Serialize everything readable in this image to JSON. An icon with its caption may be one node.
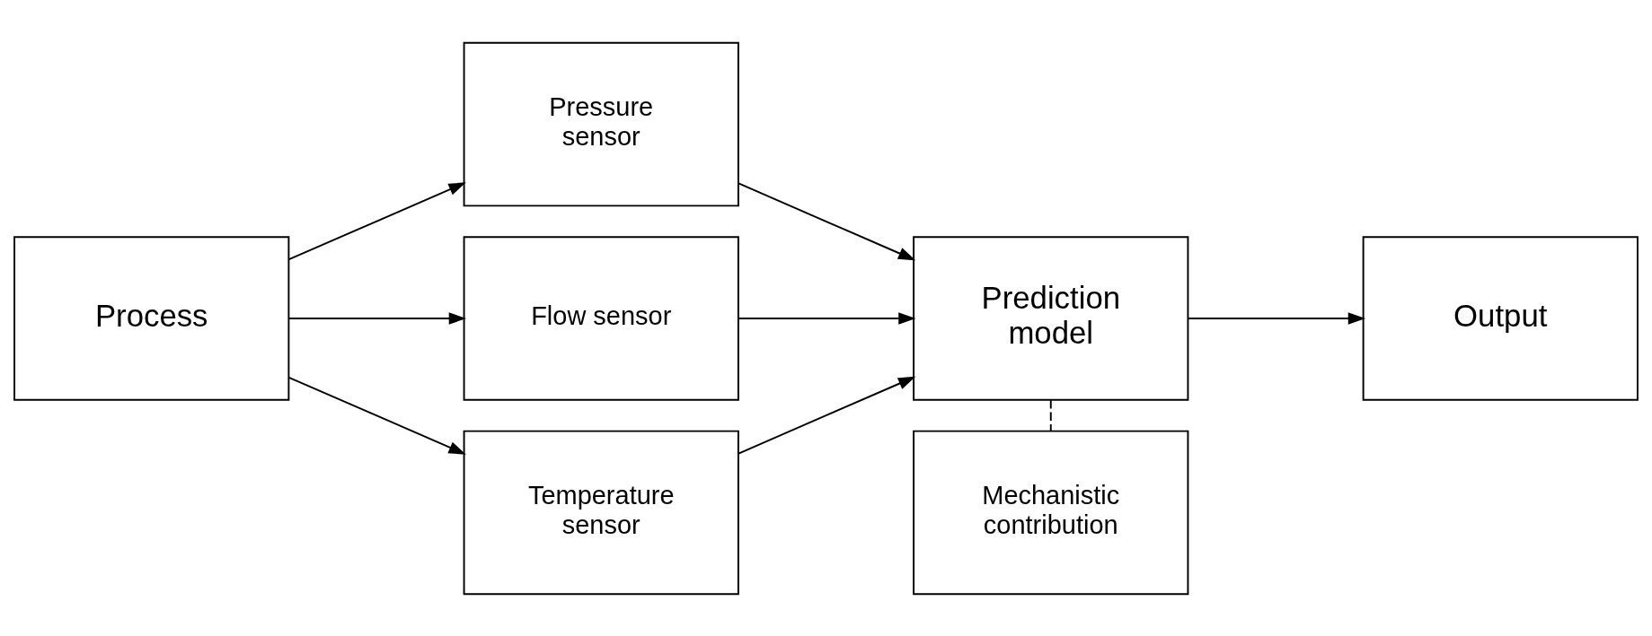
{
  "diagram": {
    "nodes": [
      {
        "text": [
          "Process"
        ]
      },
      {
        "text": [
          "Pressure sensor"
        ]
      },
      {
        "text": [
          "Flow sensor"
        ]
      },
      {
        "text": [
          "Temperature sensor"
        ]
      },
      {
        "text": [
          "Prediction model"
        ]
      },
      {
        "text": [
          "Output"
        ]
      },
      {
        "text": [
          "Mechanistic contribution"
        ]
      }
    ],
    "edges": [
      {
        "from": 0,
        "to": 1,
        "arrow": "to"
      },
      {
        "from": 0,
        "to": 2,
        "arrow": "to"
      },
      {
        "from": 0,
        "to": 3,
        "arrow": "to"
      },
      {
        "from": 1,
        "to": 4,
        "arrow": "to"
      },
      {
        "from": 2,
        "to": 4,
        "arrow": "to"
      },
      {
        "from": 3,
        "to": 4,
        "arrow": "to"
      },
      {
        "from": 4,
        "to": 5,
        "arrow": "to"
      },
      {
        "from": 4,
        "to": 6,
        "arrow": "none",
        "style": "dashed"
      }
    ]
  }
}
